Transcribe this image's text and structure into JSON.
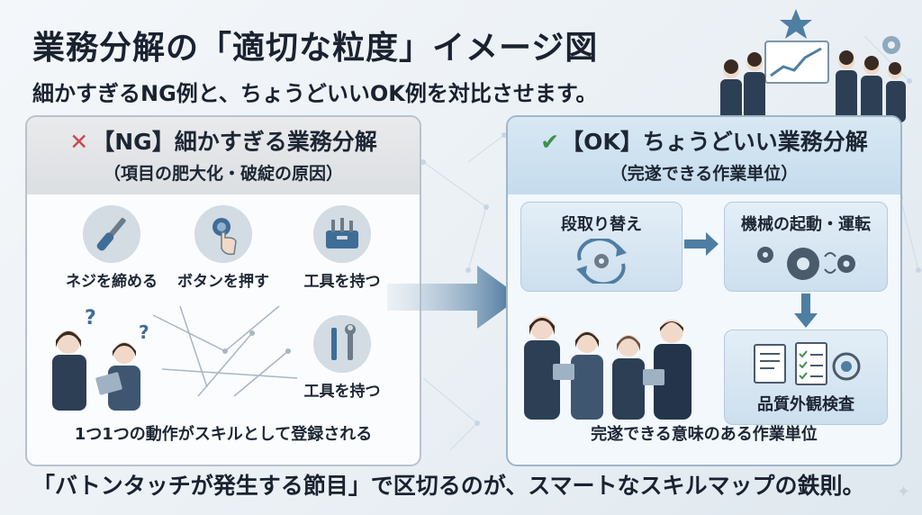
{
  "title": "業務分解の「適切な粒度」イメージ図",
  "subtitle": "細かすぎるNG例と、ちょうどいいOK例を対比させます。",
  "ng_panel": {
    "mark": "✕",
    "heading": "【NG】細かすぎる業務分解",
    "subheading": "（項目の肥大化・破綻の原因）",
    "items": [
      {
        "label": "ネジを締める",
        "icon": "screwdriver-icon"
      },
      {
        "label": "ボタンを押す",
        "icon": "button-press-icon"
      },
      {
        "label": "工具を持つ",
        "icon": "toolbox-icon"
      },
      {
        "label": "工具を持つ",
        "icon": "wrench-screwdriver-icon"
      }
    ],
    "footer": "1つ1つの動作がスキルとして登録される"
  },
  "ok_panel": {
    "mark": "✔",
    "heading": "【OK】ちょうどいい業務分解",
    "subheading": "（完遂できる作業単位）",
    "steps": [
      {
        "label": "段取り替え",
        "icon": "changeover-cycle-icon"
      },
      {
        "label": "機械の起動・運転",
        "icon": "gears-icon"
      },
      {
        "label": "品質外観検査",
        "icon": "inspection-checklist-icon"
      }
    ],
    "footer": "完遂できる意味のある作業単位"
  },
  "bottom_text": "「バトンタッチが発生する節目」で区切るのが、スマートなスキルマップの鉄則。",
  "colors": {
    "accent_blue": "#4f7ea3",
    "ng_mark": "#c94a4a",
    "ok_mark": "#3f8f4e",
    "text": "#1a2230"
  }
}
